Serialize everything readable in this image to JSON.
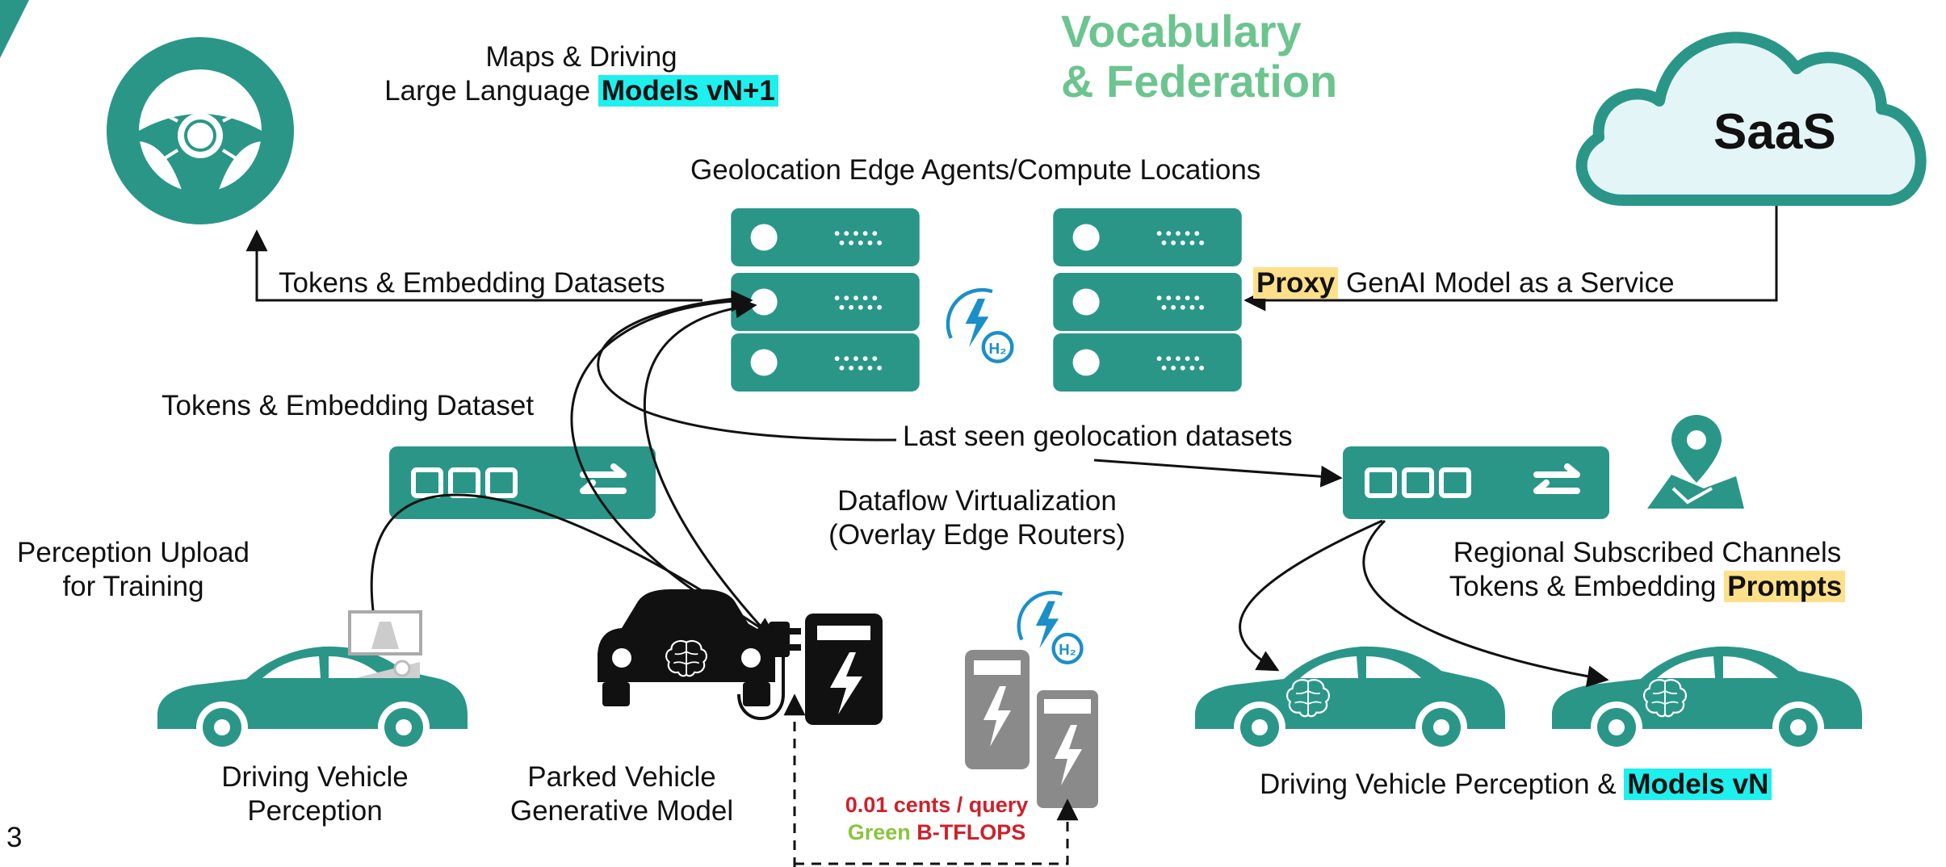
{
  "title": {
    "line1": "Vocabulary",
    "line2": "& Federation"
  },
  "saas": "SaaS",
  "top_left": {
    "line1": "Maps & Driving",
    "line2_prefix": "Large Language ",
    "line2_highlight": "Models vN+1"
  },
  "edge_agents_label": "Geolocation Edge Agents/Compute Locations",
  "tokens_datasets": "Tokens & Embedding Datasets",
  "proxy": {
    "highlight": "Proxy",
    "rest": " GenAI Model as a Service"
  },
  "tokens_dataset": "Tokens & Embedding Dataset",
  "last_seen": "Last seen geolocation datasets",
  "dataflow": {
    "line1": "Dataflow Virtualization",
    "line2": "(Overlay Edge Routers)"
  },
  "perception_upload": {
    "line1": "Perception Upload",
    "line2": "for Training"
  },
  "regional": {
    "line1": "Regional Subscribed Channels",
    "line2_prefix": "Tokens & Embedding ",
    "line2_highlight": "Prompts"
  },
  "driving_vehicle": {
    "line1": "Driving Vehicle",
    "line2": "Perception"
  },
  "parked_vehicle": {
    "line1": "Parked Vehicle",
    "line2": "Generative Model"
  },
  "driving_right": {
    "prefix": "Driving Vehicle Perception & ",
    "highlight": "Models vN"
  },
  "cost": {
    "line1": "0.01 cents / query",
    "line2_green": "Green",
    "line2_rest": " B-TFLOPS"
  },
  "page_number": "3",
  "colors": {
    "teal": "#2a9688",
    "title_green": "#6cc48f",
    "cyan_highlight": "#1ef0ee",
    "yellow_highlight": "#ffe08a",
    "cost_red": "#d0202a",
    "cost_green": "#8cc43c",
    "cloud_fill": "#e4f5f8",
    "h2_blue": "#1b8fc8"
  },
  "icons": [
    "steering-wheel-brain-icon",
    "server-rack-icon",
    "h2-energy-icon",
    "cloud-icon",
    "router-icon",
    "map-pin-icon",
    "car-icon",
    "ev-charger-icon",
    "h2-charger-icon",
    "brain-icon",
    "camera-icon"
  ]
}
